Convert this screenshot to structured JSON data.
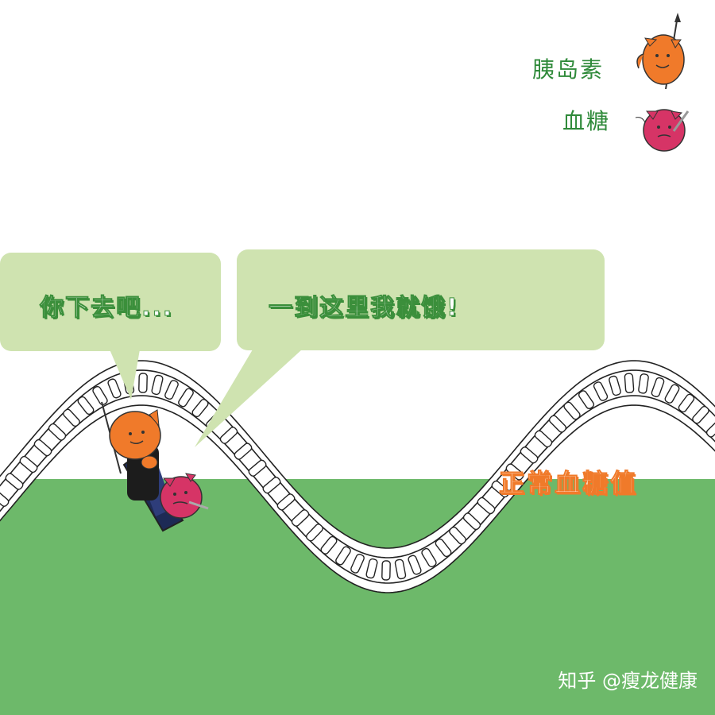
{
  "legend": {
    "insulin_label": "胰岛素",
    "blood_sugar_label": "血糖"
  },
  "bubbles": {
    "left_text": "你下去吧...",
    "right_text": "一到这里我就饿!"
  },
  "normal_level_label": "正常血糖值",
  "watermark": "知乎 @瘦龙健康",
  "colors": {
    "ground": "#6db96a",
    "bubble": "#cfe3b0",
    "text_green": "#2f8a3a",
    "insulin_orange": "#f07a2a",
    "blood_sugar_pink": "#d63466"
  }
}
